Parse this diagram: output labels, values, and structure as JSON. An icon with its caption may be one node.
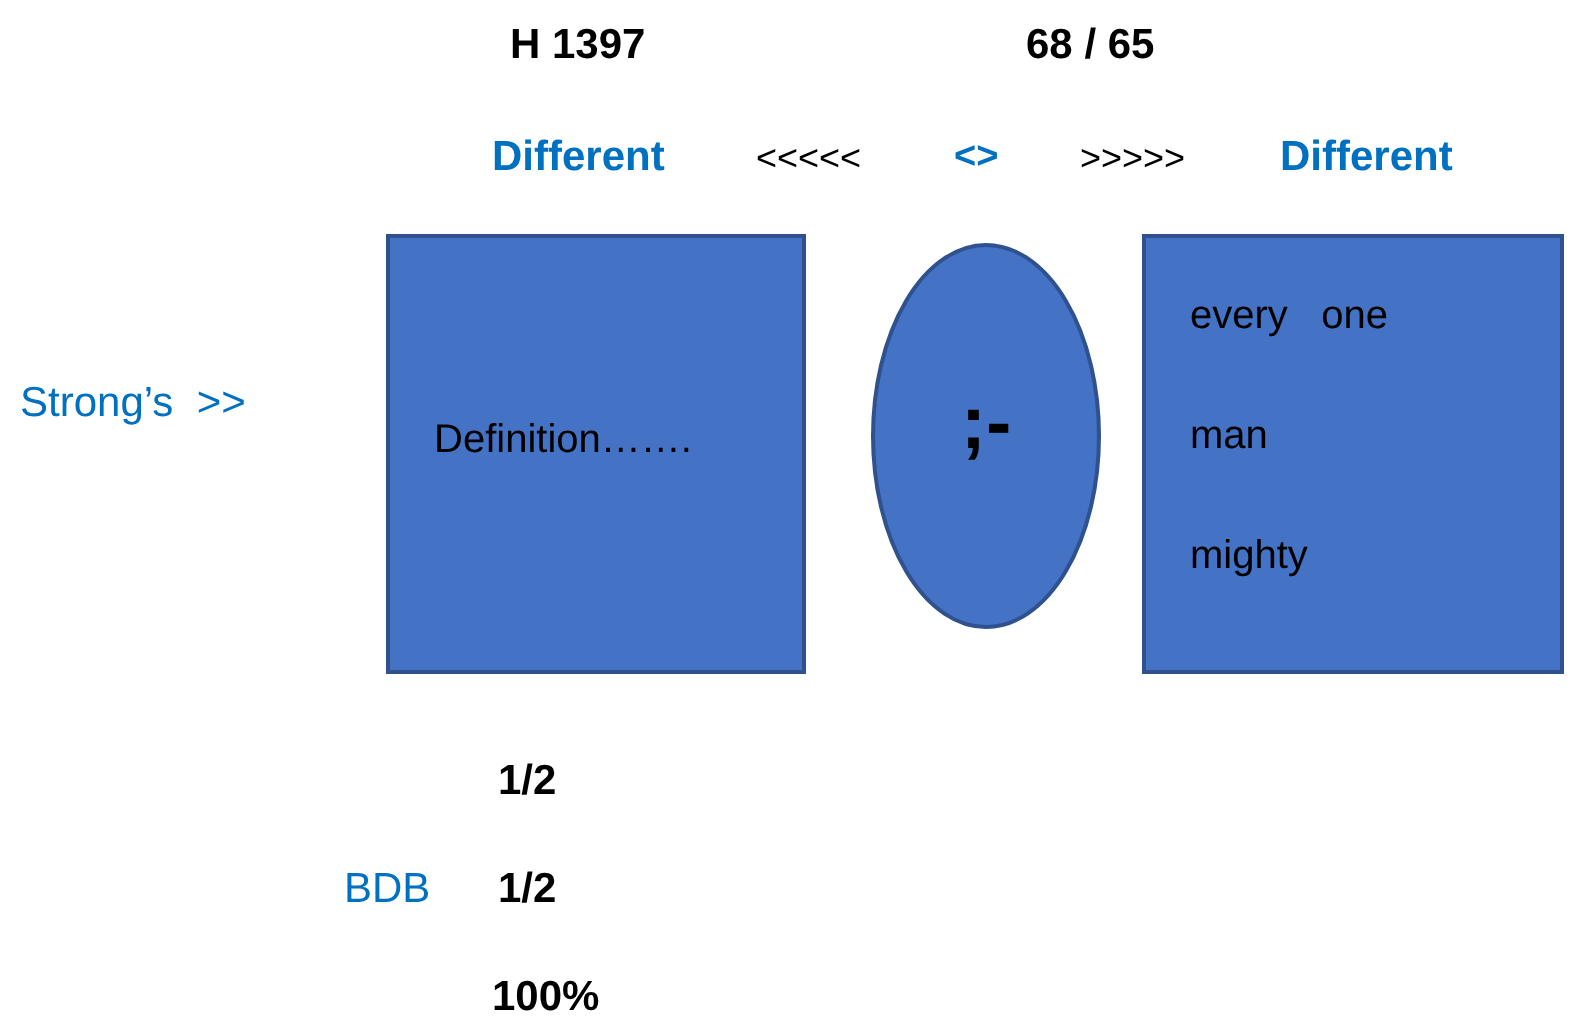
{
  "diagram": {
    "nodes": [
      {
        "text": [
          "Definition……."
        ]
      },
      {
        "text": [
          ";-"
        ]
      },
      {
        "text": [
          "every   one",
          "man",
          "mighty"
        ]
      }
    ],
    "labels": [
      "H 1397",
      "68 / 65",
      "Different",
      "<<<<<",
      "<>",
      ">>>>>",
      "Different",
      "Strong’s  >>",
      "1/2",
      "BDB",
      "1/2",
      "100%"
    ]
  }
}
